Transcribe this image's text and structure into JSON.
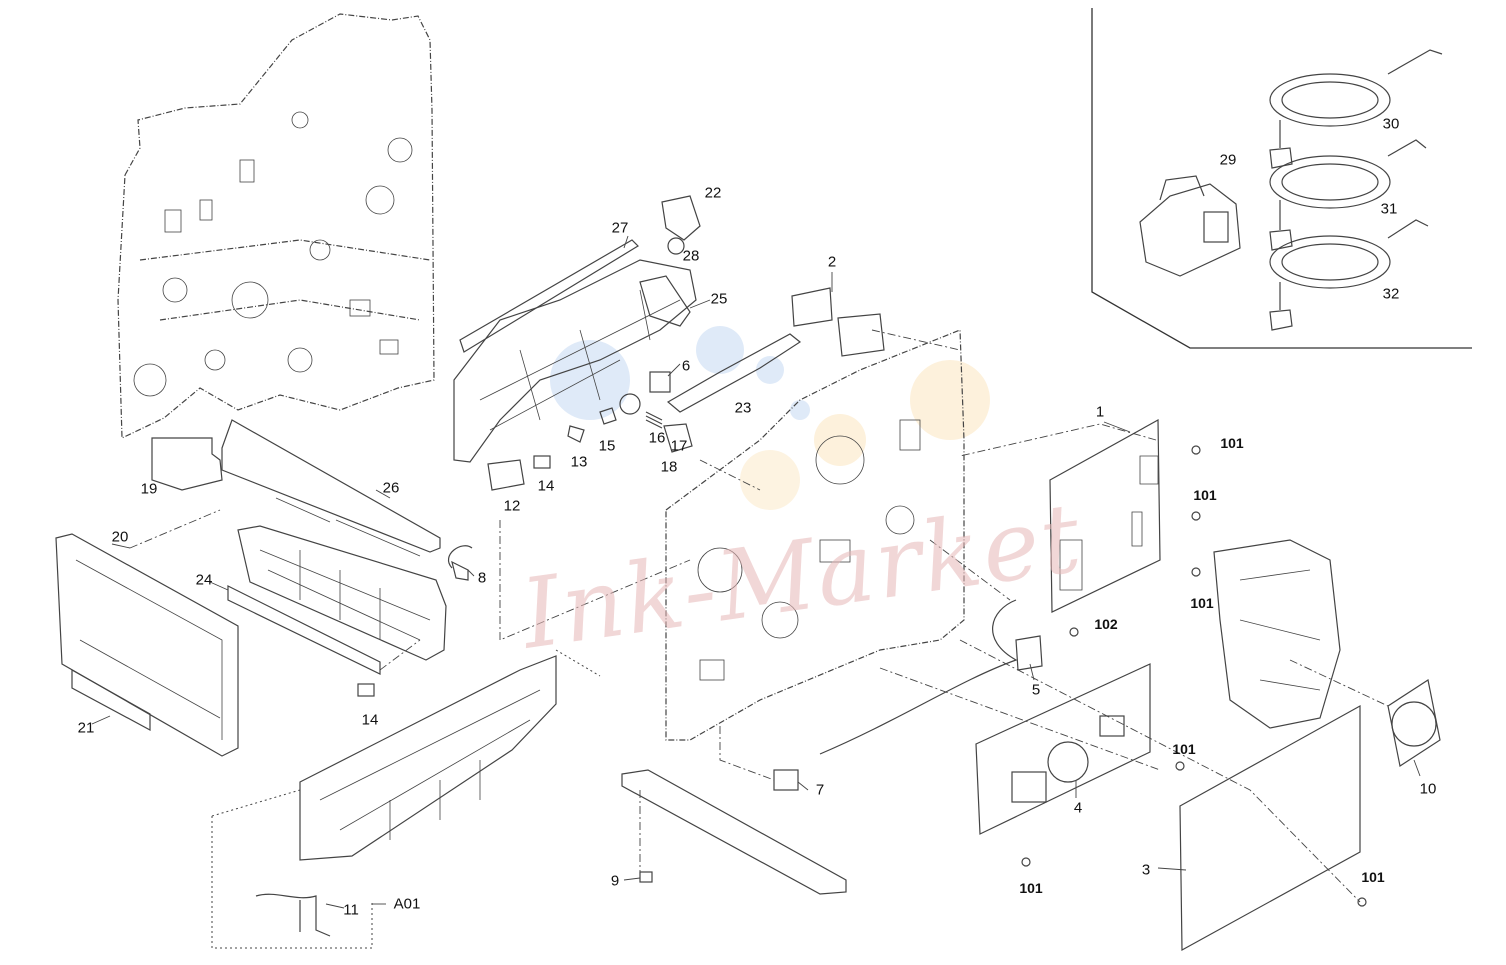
{
  "watermark": {
    "text": "Ink-Market"
  },
  "labels": [
    {
      "id": "1",
      "text": "1",
      "bold": false
    },
    {
      "id": "2",
      "text": "2",
      "bold": false
    },
    {
      "id": "3",
      "text": "3",
      "bold": false
    },
    {
      "id": "4",
      "text": "4",
      "bold": false
    },
    {
      "id": "5",
      "text": "5",
      "bold": false
    },
    {
      "id": "6",
      "text": "6",
      "bold": false
    },
    {
      "id": "7",
      "text": "7",
      "bold": false
    },
    {
      "id": "8",
      "text": "8",
      "bold": false
    },
    {
      "id": "9",
      "text": "9",
      "bold": false
    },
    {
      "id": "10",
      "text": "10",
      "bold": false
    },
    {
      "id": "11",
      "text": "11",
      "bold": false
    },
    {
      "id": "12",
      "text": "12",
      "bold": false
    },
    {
      "id": "13",
      "text": "13",
      "bold": false
    },
    {
      "id": "14a",
      "text": "14",
      "bold": false
    },
    {
      "id": "14b",
      "text": "14",
      "bold": false
    },
    {
      "id": "15",
      "text": "15",
      "bold": false
    },
    {
      "id": "16",
      "text": "16",
      "bold": false
    },
    {
      "id": "17",
      "text": "17",
      "bold": false
    },
    {
      "id": "18",
      "text": "18",
      "bold": false
    },
    {
      "id": "19",
      "text": "19",
      "bold": false
    },
    {
      "id": "20",
      "text": "20",
      "bold": false
    },
    {
      "id": "21",
      "text": "21",
      "bold": false
    },
    {
      "id": "22",
      "text": "22",
      "bold": false
    },
    {
      "id": "23",
      "text": "23",
      "bold": false
    },
    {
      "id": "24",
      "text": "24",
      "bold": false
    },
    {
      "id": "25",
      "text": "25",
      "bold": false
    },
    {
      "id": "26",
      "text": "26",
      "bold": false
    },
    {
      "id": "27",
      "text": "27",
      "bold": false
    },
    {
      "id": "28",
      "text": "28",
      "bold": false
    },
    {
      "id": "29",
      "text": "29",
      "bold": false
    },
    {
      "id": "30",
      "text": "30",
      "bold": false
    },
    {
      "id": "31",
      "text": "31",
      "bold": false
    },
    {
      "id": "32",
      "text": "32",
      "bold": false
    },
    {
      "id": "A01",
      "text": "A01",
      "bold": false
    },
    {
      "id": "101a",
      "text": "101",
      "bold": true
    },
    {
      "id": "101b",
      "text": "101",
      "bold": true
    },
    {
      "id": "101c",
      "text": "101",
      "bold": true
    },
    {
      "id": "101d",
      "text": "101",
      "bold": true
    },
    {
      "id": "101e",
      "text": "101",
      "bold": true
    },
    {
      "id": "101f",
      "text": "101",
      "bold": true
    },
    {
      "id": "102",
      "text": "102",
      "bold": true
    }
  ]
}
